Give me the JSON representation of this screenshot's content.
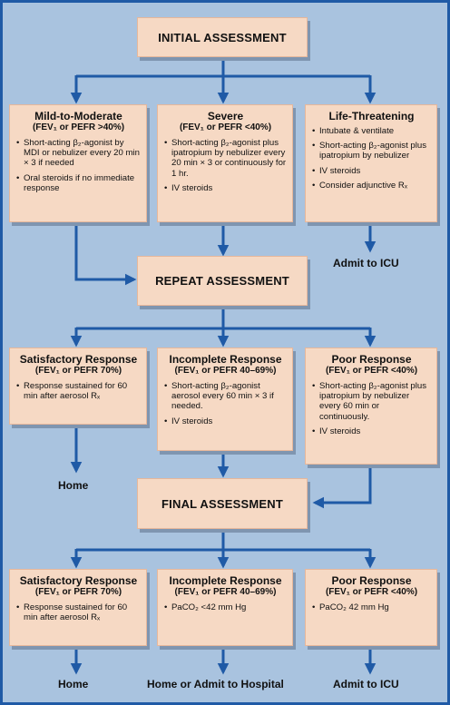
{
  "nodes": {
    "initial": "INITIAL ASSESSMENT",
    "repeat": "REPEAT ASSESSMENT",
    "final": "FINAL ASSESSMENT"
  },
  "row1": [
    {
      "title": "Mild-to-Moderate",
      "sub": "(FEV₁ or PEFR >40%)",
      "items": [
        "Short-acting β₂-agonist by MDI or nebulizer every 20 min × 3 if needed",
        "Oral steroids if no immediate response"
      ]
    },
    {
      "title": "Severe",
      "sub": "(FEV₁ or PEFR <40%)",
      "items": [
        "Short-acting β₂-agonist plus ipatropium by nebulizer every 20 min × 3 or continuously for 1 hr.",
        "IV steroids"
      ]
    },
    {
      "title": "Life-Threatening",
      "sub": "",
      "items": [
        "Intubate & ventilate",
        "Short-acting β₂-agonist plus ipatropium by nebulizer",
        "IV steroids",
        "Consider adjunctive Rₓ"
      ]
    }
  ],
  "row2": [
    {
      "title": "Satisfactory Response",
      "sub": "(FEV₁ or PEFR 70%)",
      "items": [
        "Response sustained for 60 min after aerosol Rₓ"
      ]
    },
    {
      "title": "Incomplete Response",
      "sub": "(FEV₁ or PEFR 40–69%)",
      "items": [
        "Short-acting β₂-agonist aerosol every 60 min × 3 if needed.",
        "IV steroids"
      ]
    },
    {
      "title": "Poor Response",
      "sub": "(FEV₁ or PEFR <40%)",
      "items": [
        "Short-acting β₂-agonist plus ipatropium by nebulizer every 60 min or continuously.",
        "IV steroids"
      ]
    }
  ],
  "row3": [
    {
      "title": "Satisfactory Response",
      "sub": "(FEV₁ or PEFR 70%)",
      "items": [
        "Response sustained for 60 min after aerosol Rₓ"
      ]
    },
    {
      "title": "Incomplete Response",
      "sub": "(FEV₁ or PEFR 40–69%)",
      "items": [
        "PaCO₂ <42 mm Hg"
      ]
    },
    {
      "title": "Poor Response",
      "sub": "(FEV₁ or PEFR <40%)",
      "items": [
        "PaCO₂ 42 mm Hg"
      ]
    }
  ],
  "outcomes": {
    "icu1": "Admit to ICU",
    "home1": "Home",
    "home2": "Home",
    "hospital": "Home or Admit to Hospital",
    "icu2": "Admit to ICU"
  },
  "colors": {
    "background": "#a9c3df",
    "box": "#f6d9c4",
    "arrow": "#1f5aa6",
    "shadow": "#7f95b0"
  }
}
